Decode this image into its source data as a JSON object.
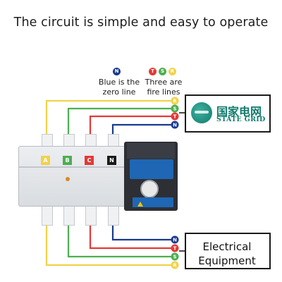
{
  "headline": "The circuit is simple and easy to operate",
  "legend": {
    "neutral": {
      "dot": "N",
      "line1": "Blue is the",
      "line2": "zero line"
    },
    "fire": {
      "dots": [
        "T",
        "S",
        "R"
      ],
      "line1": "Three are",
      "line2": "fire lines"
    }
  },
  "source_box": {
    "name_cn": "国家电网",
    "name_en": "STATE GRID"
  },
  "load_box": {
    "line1": "Electrical",
    "line2": "Equipment"
  },
  "switch": {
    "poles": [
      "A",
      "B",
      "C",
      "N"
    ]
  },
  "terminals_top": [
    "R",
    "S",
    "T",
    "N"
  ],
  "terminals_bottom": [
    "N",
    "T",
    "S",
    "R"
  ],
  "colors": {
    "R": "#f1d24a",
    "S": "#4caf50",
    "T": "#e53935",
    "N": "#1a3a8f",
    "pole_A": "#f1d24a",
    "pole_B": "#4caf50",
    "pole_C": "#e53935",
    "pole_N": "#1a1a1a"
  }
}
